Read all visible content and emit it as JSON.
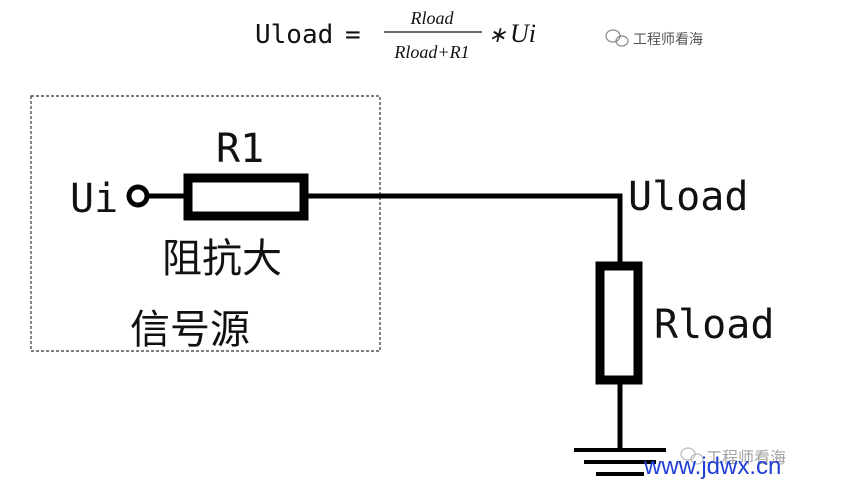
{
  "formula": {
    "lhs": "Uload",
    "equals": "=",
    "numerator": "Rload",
    "denominator": "Rload+R1",
    "multiply": "∗",
    "rhs": "Ui"
  },
  "watermark_top": "工程师看海",
  "circuit": {
    "input_label": "Ui",
    "r1_label": "R1",
    "impedance_note": "阻抗大",
    "source_label": "信号源",
    "output_label": "Uload",
    "load_label": "Rload"
  },
  "watermark_bottom": "工程师看海",
  "site_url": "www.jdwx.cn",
  "colors": {
    "ink": "#000000",
    "site": "#1f3fd6"
  }
}
